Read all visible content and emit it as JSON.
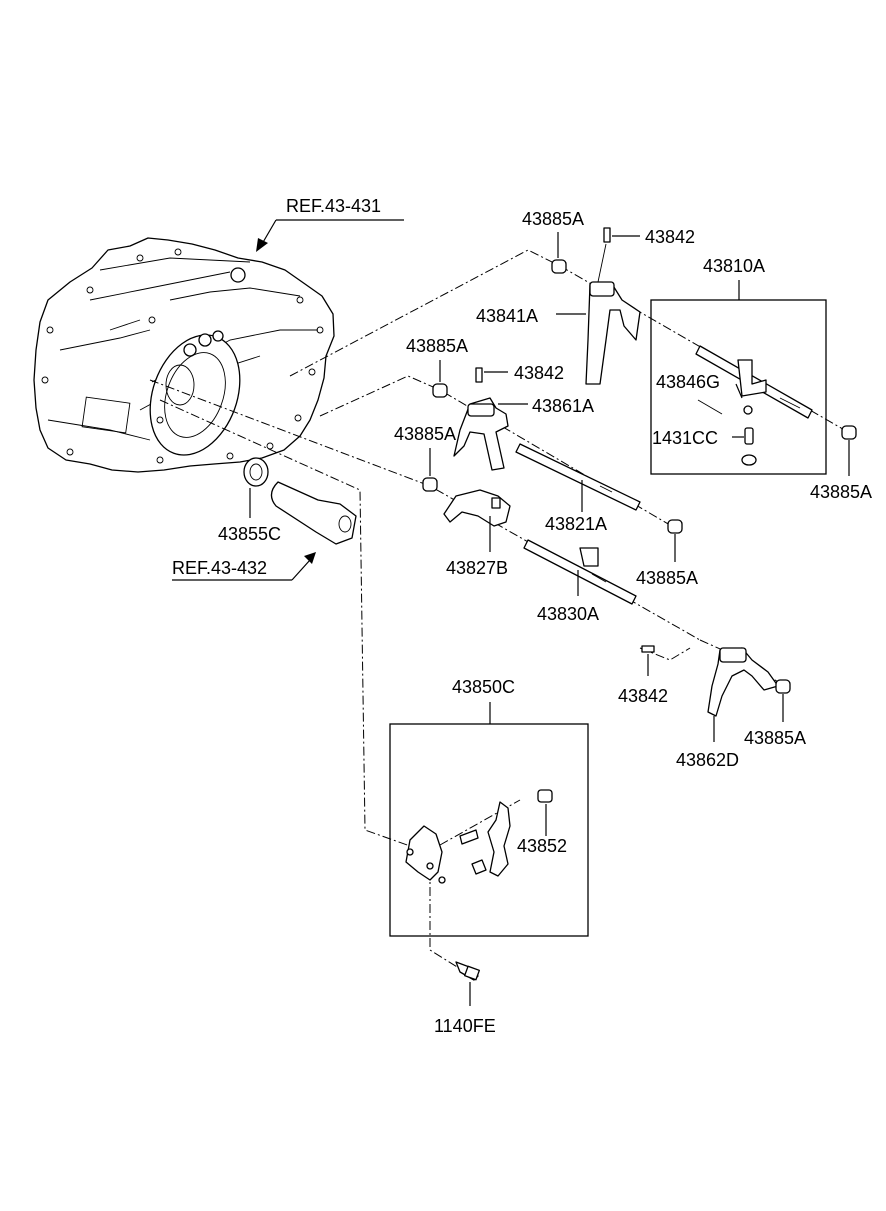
{
  "diagram": {
    "refs": {
      "ref_431": "REF.43-431",
      "ref_432": "REF.43-432"
    },
    "labels": {
      "p43885A_top": "43885A",
      "p43842_top": "43842",
      "p43810A": "43810A",
      "p43841A": "43841A",
      "p43885A_mid1": "43885A",
      "p43842_mid": "43842",
      "p43861A": "43861A",
      "p43846G": "43846G",
      "p43885A_mid2": "43885A",
      "p1431CC": "1431CC",
      "p43885A_right": "43885A",
      "p43855C": "43855C",
      "p43821A": "43821A",
      "p43827B": "43827B",
      "p43885A_low": "43885A",
      "p43830A": "43830A",
      "p43842_low": "43842",
      "p43885A_bottom": "43885A",
      "p43862D": "43862D",
      "p43850C": "43850C",
      "p43852": "43852",
      "p1140FE": "1140FE"
    }
  }
}
